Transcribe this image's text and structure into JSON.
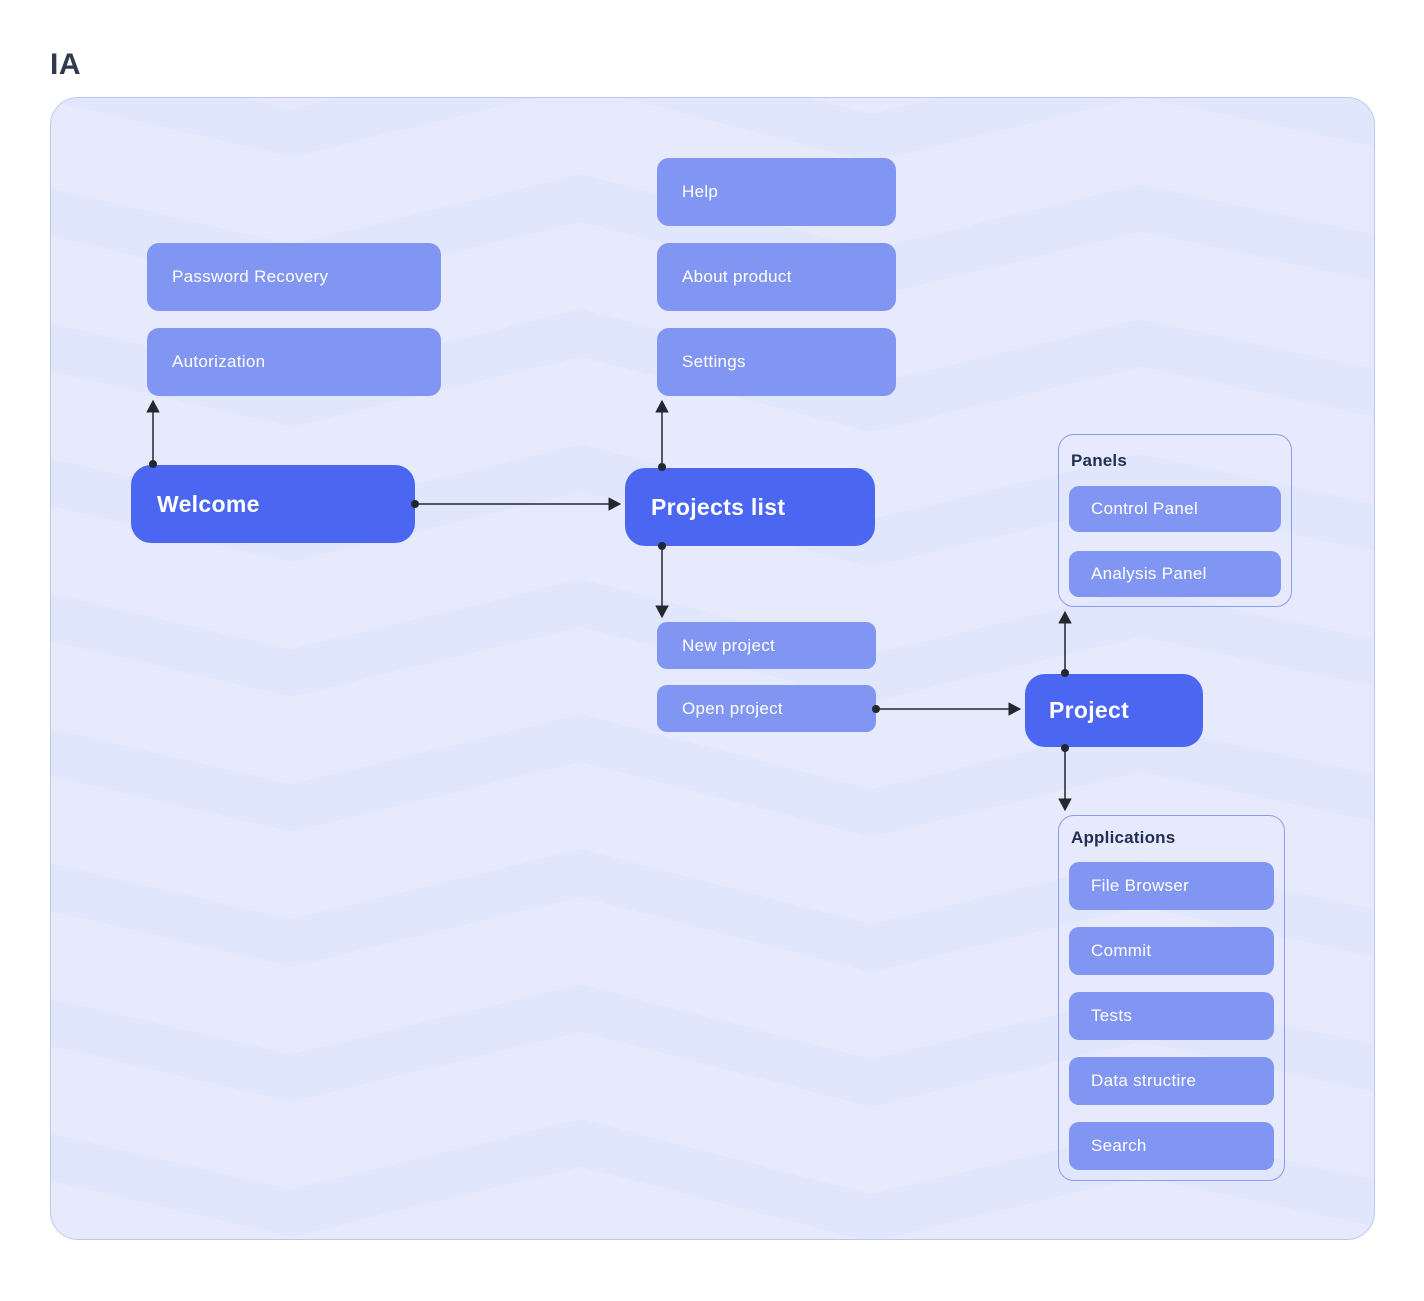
{
  "page": {
    "title": "IA"
  },
  "diagram": {
    "auth": {
      "password_recovery": "Password Recovery",
      "autorization": "Autorization",
      "welcome": "Welcome"
    },
    "projects": {
      "help": "Help",
      "about_product": "About product",
      "settings": "Settings",
      "projects_list": "Projects list",
      "new_project": "New project",
      "open_project": "Open project"
    },
    "project": {
      "title": "Project",
      "panels": {
        "label": "Panels",
        "items": [
          "Control Panel",
          "Analysis Panel"
        ]
      },
      "applications": {
        "label": "Applications",
        "items": [
          "File Browser",
          "Commit",
          "Tests",
          "Data structire",
          "Search"
        ]
      }
    },
    "colors": {
      "primary_node": "#4b67f1",
      "secondary_node": "#8195f2",
      "canvas_bg": "#e6eafc",
      "pattern_stroke": "#dee4fb",
      "group_border": "#8b9bf0",
      "group_label": "#233052",
      "arrow": "#23272f",
      "title": "#2e3a4e"
    }
  }
}
